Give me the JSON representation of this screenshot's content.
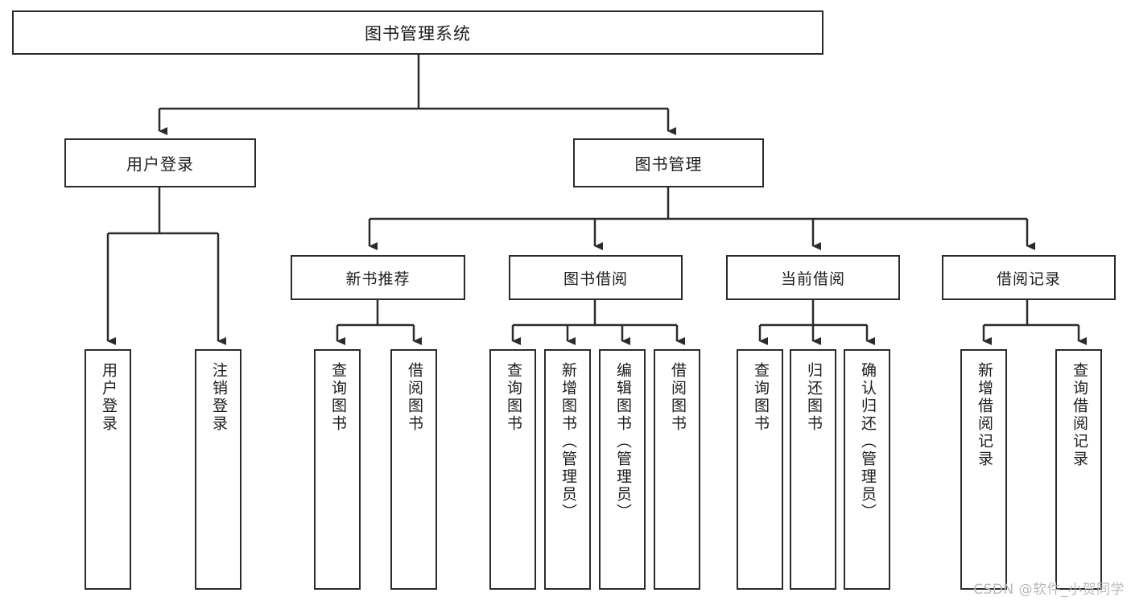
{
  "diagram": {
    "type": "tree",
    "title": "图书管理系统",
    "colors": {
      "border": "#2b2b2b",
      "line": "#2b2b2b",
      "background": "#ffffff",
      "text": "#1c1c1c",
      "watermark": "#b9b9b9"
    },
    "nodes": {
      "root": "图书管理系统",
      "lvl1": {
        "user_login": "用户登录",
        "book_manage": "图书管理"
      },
      "lvl2": {
        "new_book_rec": "新书推荐",
        "book_borrow": "图书借阅",
        "current_borrow": "当前借阅",
        "borrow_record": "借阅记录"
      },
      "leaves": {
        "user_login_children": [
          "用户登录",
          "注销登录"
        ],
        "new_book_rec_children": [
          "查询图书",
          "借阅图书"
        ],
        "book_borrow_children": [
          "查询图书",
          "新增图书（管理员）",
          "编辑图书（管理员）",
          "借阅图书"
        ],
        "current_borrow_children": [
          "查询图书",
          "归还图书",
          "确认归还（管理员）"
        ],
        "borrow_record_children": [
          "新增借阅记录",
          "查询借阅记录"
        ]
      }
    },
    "watermark": "CSDN @软件_小贺同学"
  }
}
